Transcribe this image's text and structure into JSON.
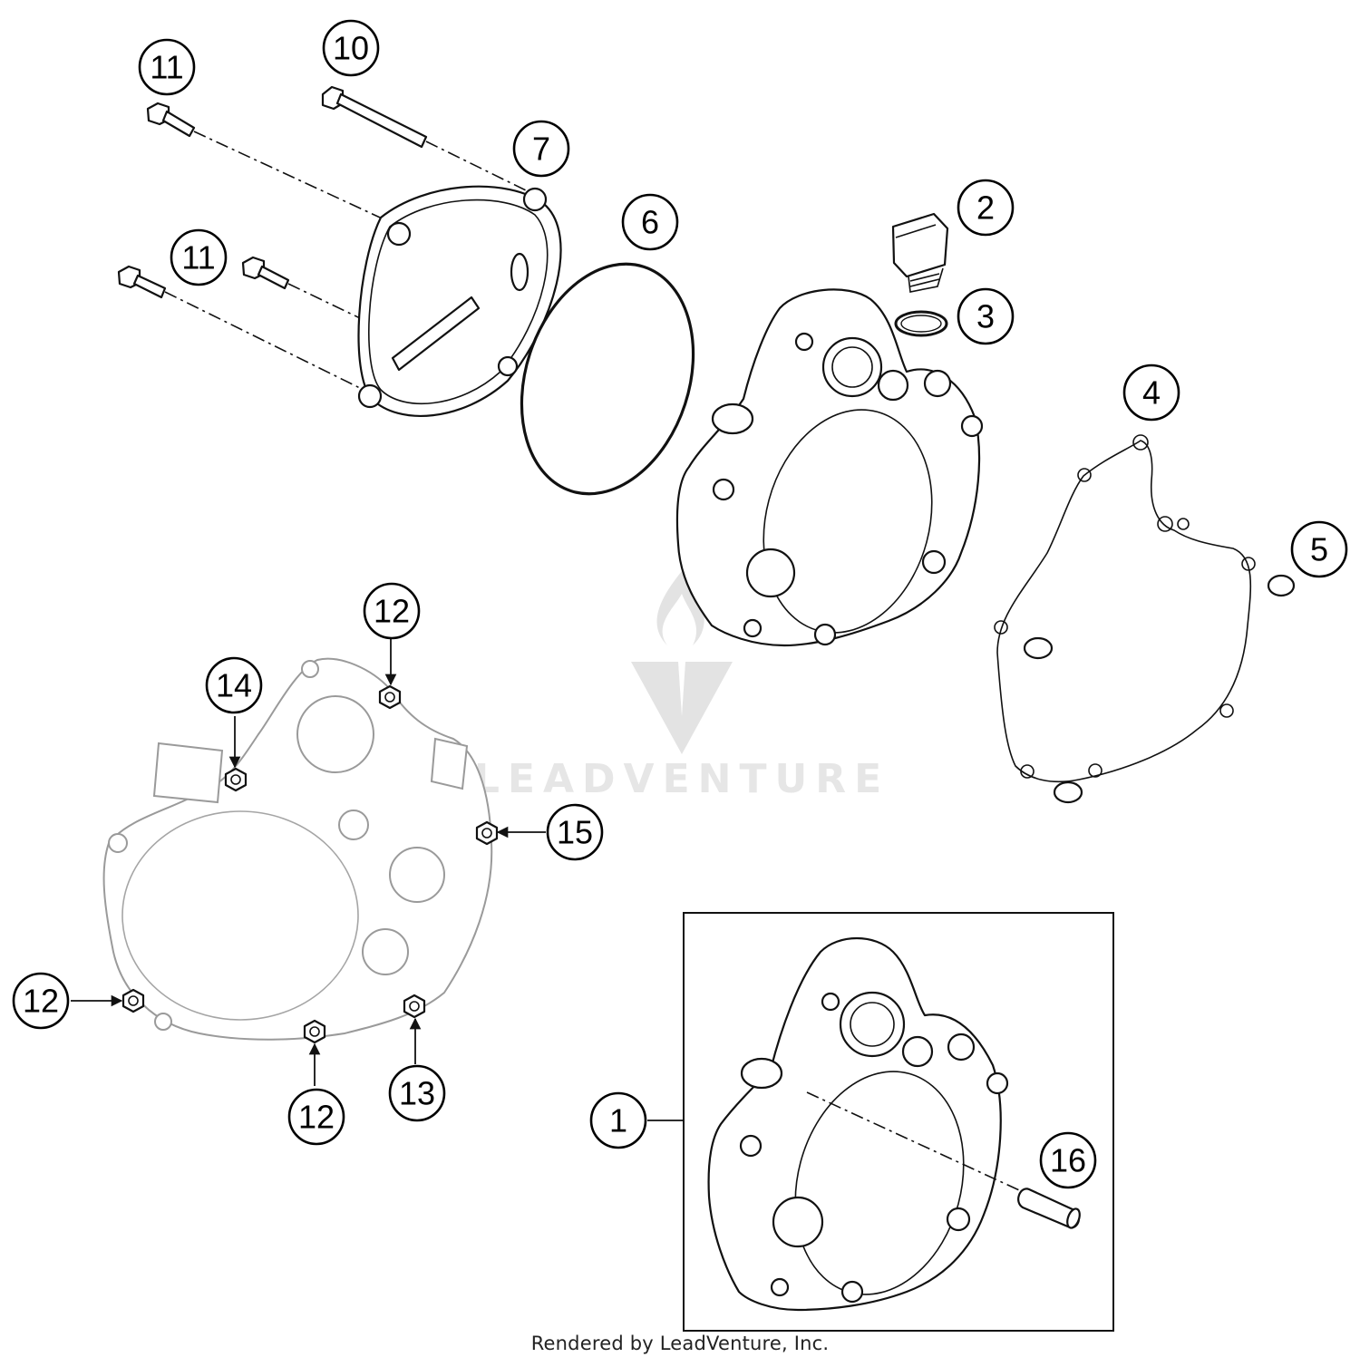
{
  "callouts": {
    "c1": "1",
    "c2": "2",
    "c3": "3",
    "c4": "4",
    "c5": "5",
    "c6": "6",
    "c7": "7",
    "c10": "10",
    "c11a": "11",
    "c11b": "11",
    "c12a": "12",
    "c12b": "12",
    "c12c": "12",
    "c13": "13",
    "c14": "14",
    "c15": "15",
    "c16": "16"
  },
  "watermark": {
    "text": "LEADVENTURE"
  },
  "footer": {
    "text": "Rendered by LeadVenture, Inc."
  }
}
